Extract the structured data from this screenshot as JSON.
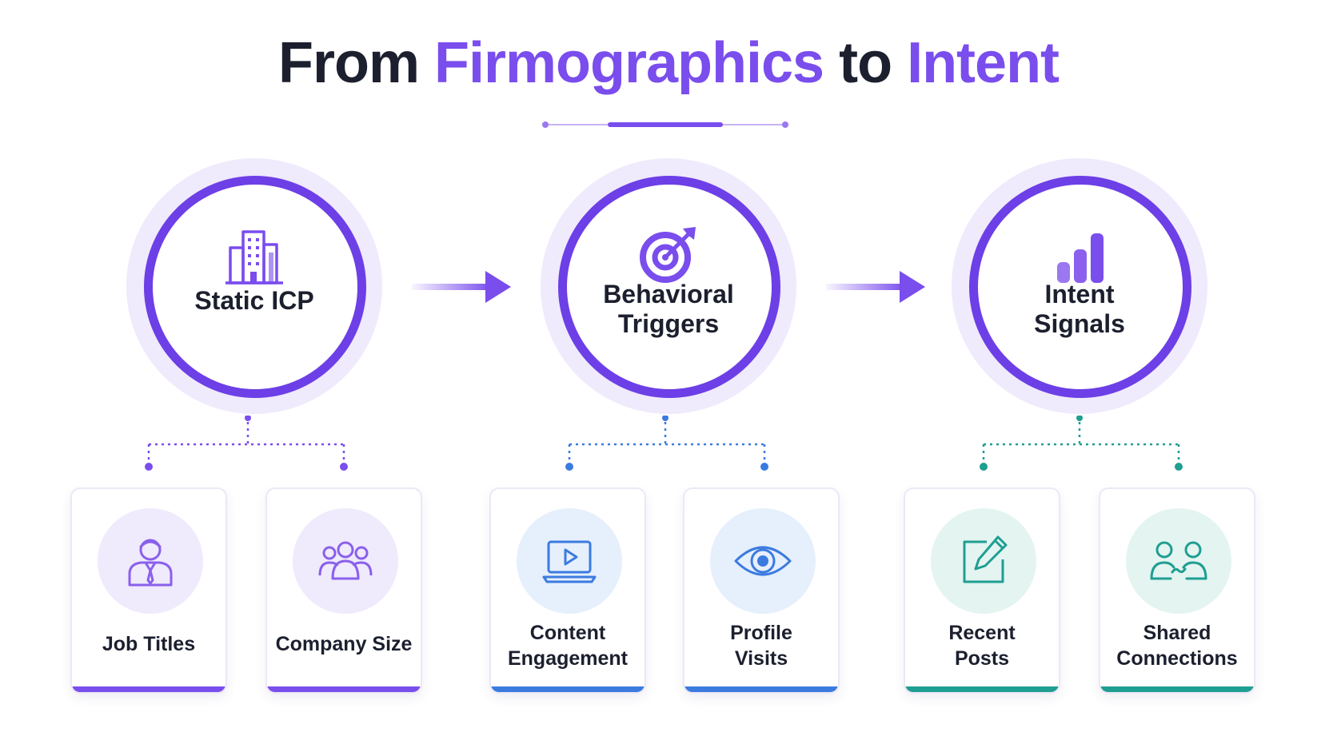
{
  "title": {
    "part1": "From ",
    "part2": "Firmographics",
    "part3": " to ",
    "part4": "Intent"
  },
  "stages": [
    {
      "label": "Static ICP",
      "icon": "building-icon"
    },
    {
      "label_line1": "Behavioral",
      "label_line2": "Triggers",
      "icon": "target-icon"
    },
    {
      "label_line1": "Intent",
      "label_line2": "Signals",
      "icon": "bar-chart-icon"
    }
  ],
  "cards": [
    {
      "label": "Job Titles",
      "icon": "person-icon",
      "accent": "#7a4ded"
    },
    {
      "label": "Company Size",
      "icon": "group-icon",
      "accent": "#7a4ded"
    },
    {
      "label_line1": "Content",
      "label_line2": "Engagement",
      "icon": "video-laptop-icon",
      "accent": "#3b7be0"
    },
    {
      "label_line1": "Profile",
      "label_line2": "Visits",
      "icon": "eye-icon",
      "accent": "#3b7be0"
    },
    {
      "label_line1": "Recent",
      "label_line2": "Posts",
      "icon": "edit-icon",
      "accent": "#1f9e92"
    },
    {
      "label_line1": "Shared",
      "label_line2": "Connections",
      "icon": "connections-icon",
      "accent": "#1f9e92"
    }
  ],
  "colors": {
    "purple": "#6d3fe6",
    "blue": "#3b7be0",
    "teal": "#1f9e92",
    "dark_text": "#1c1f2e"
  }
}
